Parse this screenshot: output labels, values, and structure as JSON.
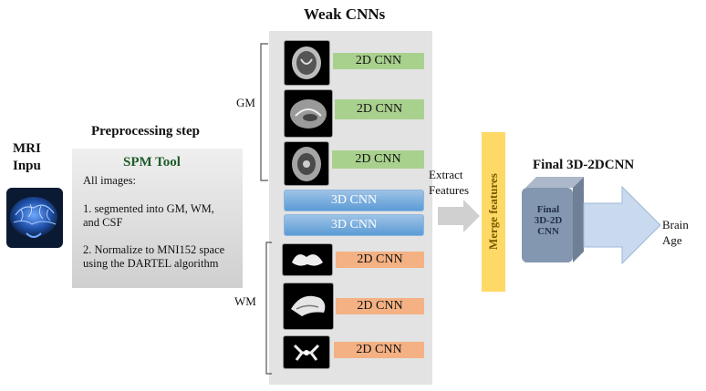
{
  "mri": {
    "label": "MRI Inpu"
  },
  "preprocessing": {
    "title": "Preprocessing step",
    "tool": "SPM Tool",
    "intro": "All images:",
    "step1_line1": "1. segmented into GM, WM,",
    "step1_line2": "and CSF",
    "step2_line1": "2. Normalize to MNI152 space",
    "step2_line2": "using the DARTEL  algorithm"
  },
  "weak_cnns": {
    "title": "Weak CNNs",
    "gm_label": "GM",
    "wm_label": "WM",
    "gm_models": [
      "2D CNN",
      "2D CNN",
      "2D CNN"
    ],
    "models_3d": [
      "3D CNN",
      "3D CNN"
    ],
    "wm_models": [
      "2D CNN",
      "2D CNN",
      "2D CNN"
    ]
  },
  "extract": {
    "line1": "Extract",
    "line2": "Features"
  },
  "merge": {
    "label": "Merge features"
  },
  "final": {
    "title": "Final 3D-2DCNN",
    "cube_line1": "Final",
    "cube_line2": "3D-2D",
    "cube_line3": "CNN"
  },
  "output": {
    "line1": "Brain",
    "line2": "Age"
  },
  "colors": {
    "gm_bar": "#a9d18e",
    "wm_bar": "#f4b183",
    "cnn3d_bar": "#5b9bd5",
    "merge": "#ffd966",
    "cube": "#8497b0",
    "arrow": "#b4c7e7"
  }
}
